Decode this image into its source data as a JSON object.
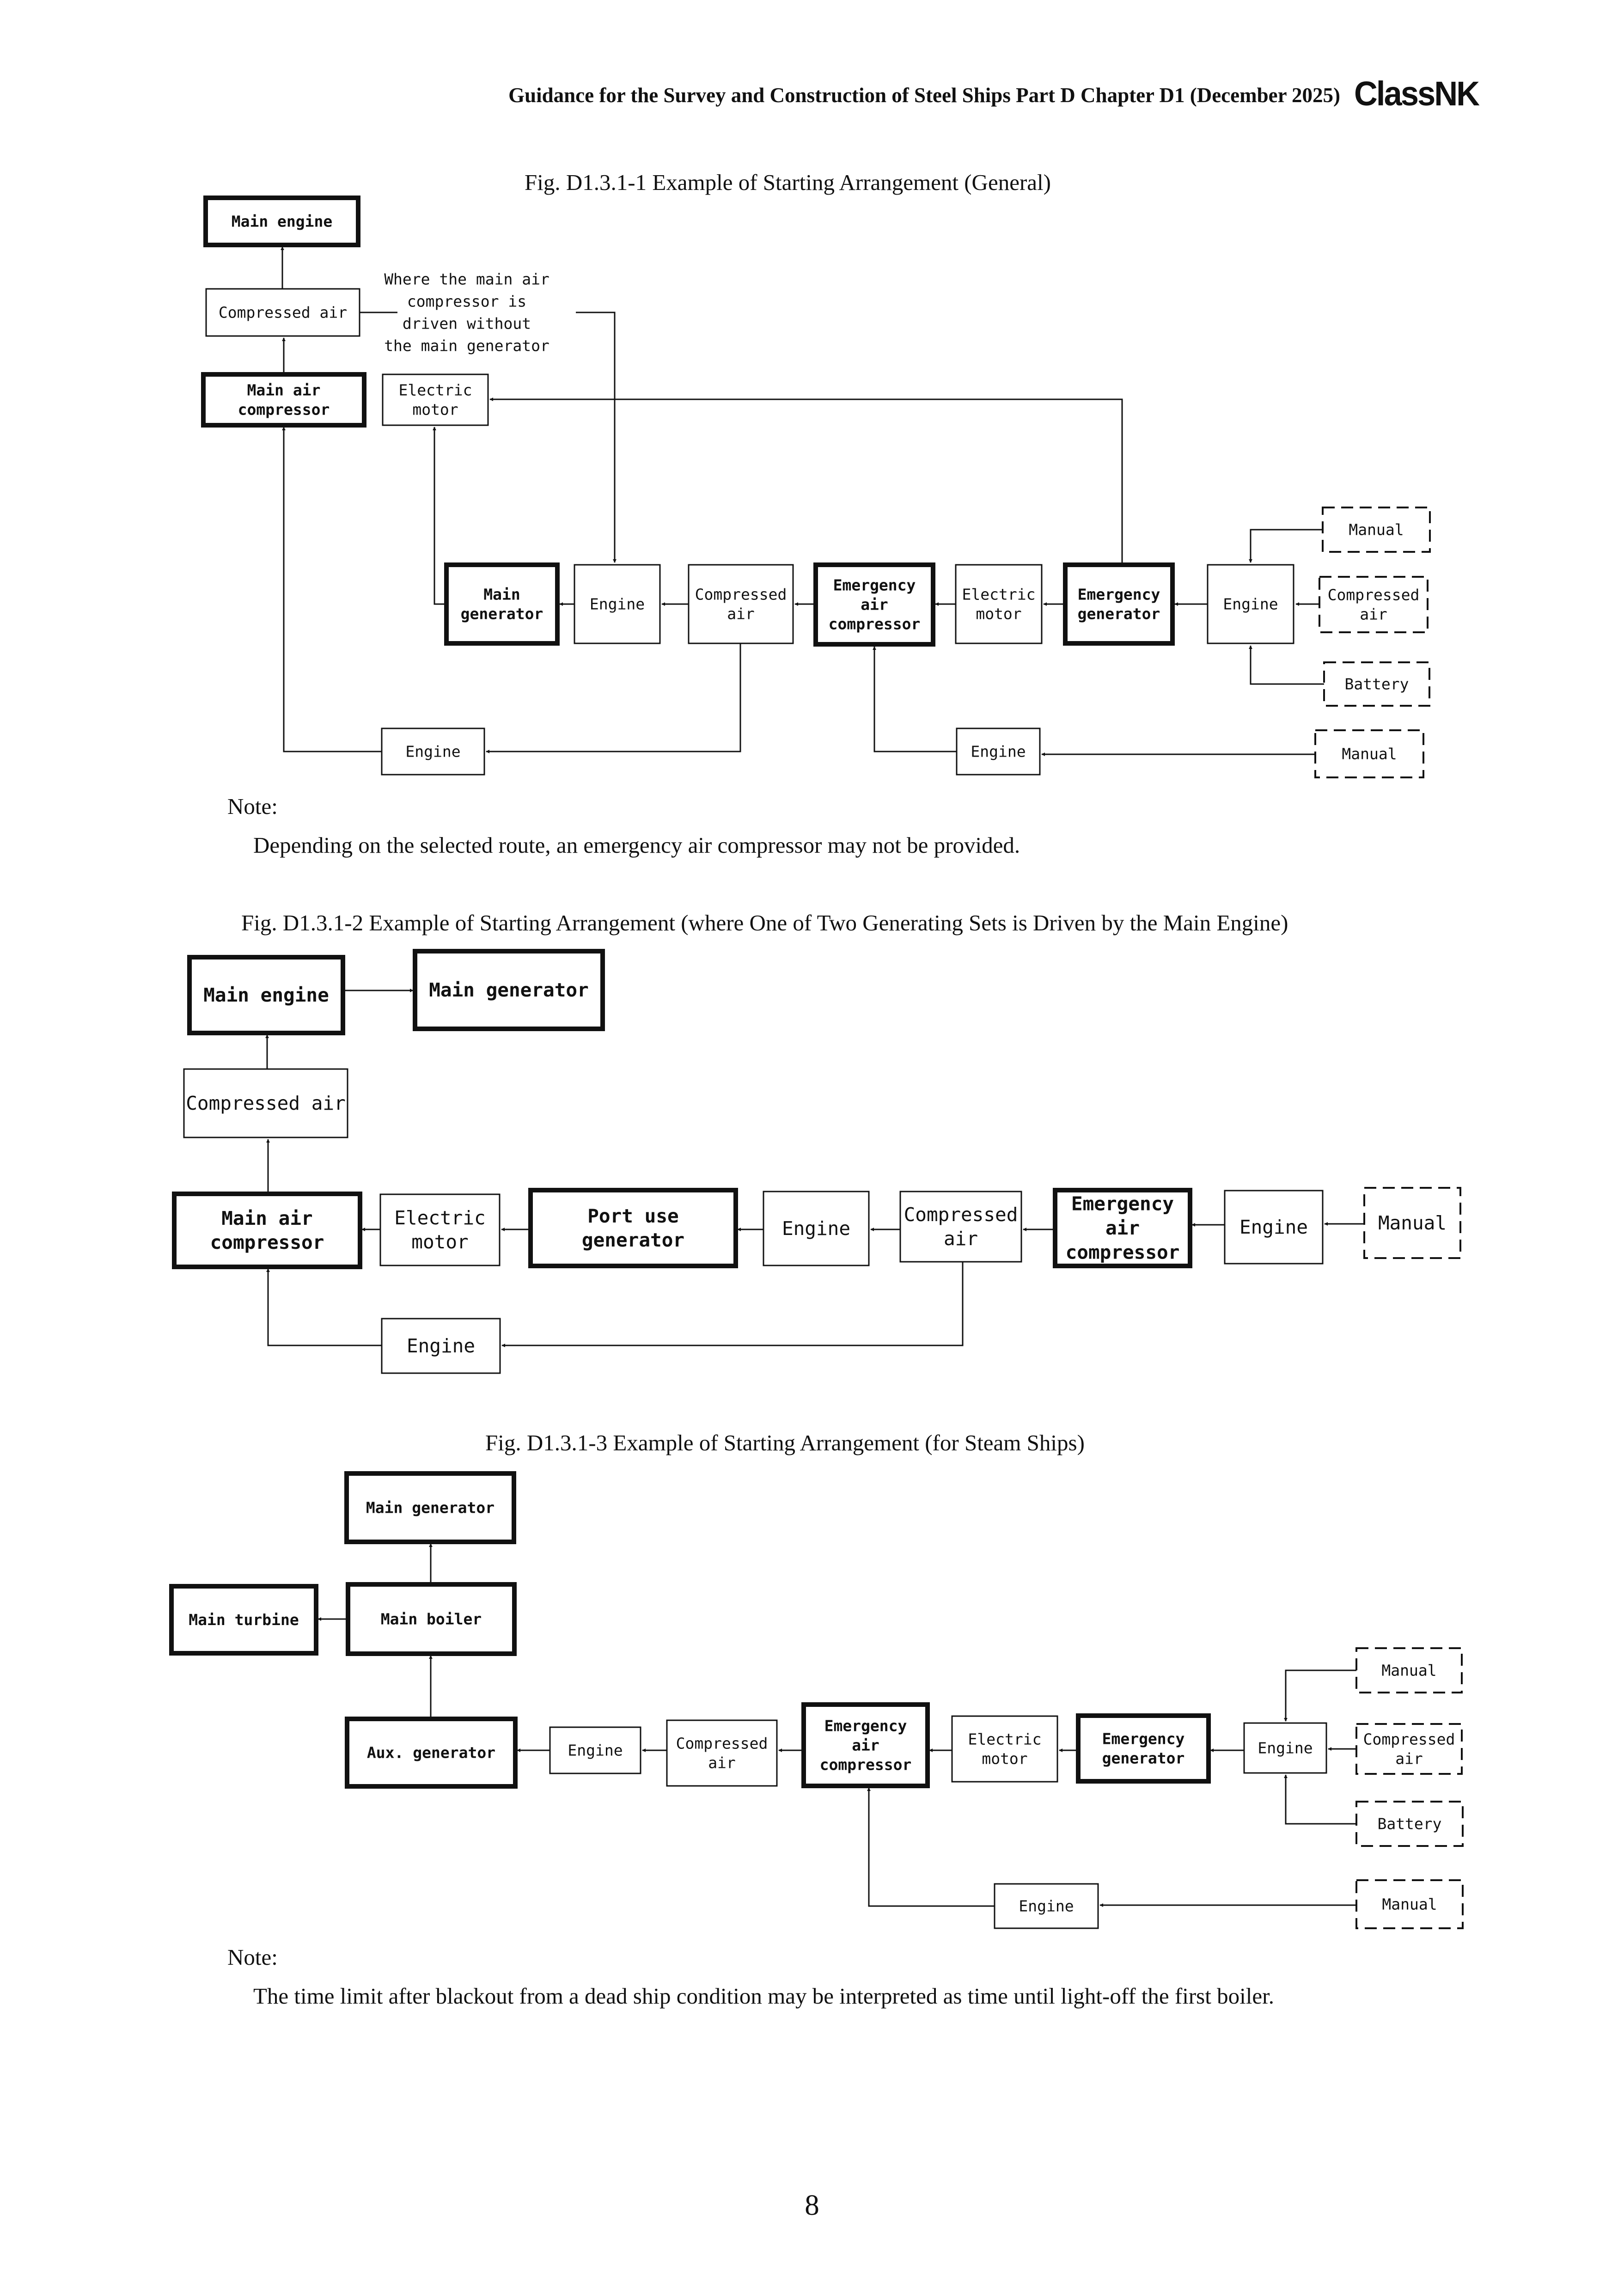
{
  "header": {
    "running_title": "Guidance for the Survey and Construction of Steel Ships Part D Chapter D1 (December 2025)",
    "logo_text": "ClassNK"
  },
  "figure1": {
    "title": "Fig. D1.3.1-1  Example of Starting Arrangement (General)",
    "annotation": [
      "Where the main air",
      "compressor is",
      "driven without",
      "the main generator"
    ],
    "boxes": {
      "main_engine": [
        "Main engine"
      ],
      "compressed_air_top": [
        "Compressed air"
      ],
      "main_air_compressor": [
        "Main air",
        "compressor"
      ],
      "electric_motor_top": [
        "Electric",
        "motor"
      ],
      "main_generator": [
        "Main",
        "generator"
      ],
      "engine_1": [
        "Engine"
      ],
      "compressed_air_mid": [
        "Compressed",
        "air"
      ],
      "emergency_air_compressor": [
        "Emergency",
        "air",
        "compressor"
      ],
      "electric_motor_mid": [
        "Electric",
        "motor"
      ],
      "emergency_generator": [
        "Emergency",
        "generator"
      ],
      "engine_2": [
        "Engine"
      ],
      "manual_top": [
        "Manual"
      ],
      "compressed_air_right": [
        "Compressed",
        "air"
      ],
      "battery": [
        "Battery"
      ],
      "engine_bottom_left": [
        "Engine"
      ],
      "engine_bottom_right": [
        "Engine"
      ],
      "manual_bottom": [
        "Manual"
      ]
    },
    "note_label": "Note:",
    "note_text": "Depending on the selected route, an emergency air compressor may not be provided."
  },
  "figure2": {
    "title": "Fig. D1.3.1-2  Example of Starting Arrangement (where One of Two Generating Sets is Driven by the Main Engine)",
    "boxes": {
      "main_engine": [
        "Main engine"
      ],
      "main_generator": [
        "Main generator"
      ],
      "compressed_air_top": [
        "Compressed air"
      ],
      "main_air_compressor": [
        "Main air",
        "compressor"
      ],
      "electric_motor": [
        "Electric",
        "motor"
      ],
      "port_use_generator": [
        "Port use",
        "generator"
      ],
      "engine_1": [
        "Engine"
      ],
      "compressed_air_mid": [
        "Compressed",
        "air"
      ],
      "emergency_air_compressor": [
        "Emergency",
        "air",
        "compressor"
      ],
      "engine_2": [
        "Engine"
      ],
      "manual": [
        "Manual"
      ],
      "engine_bottom": [
        "Engine"
      ]
    }
  },
  "figure3": {
    "title": "Fig. D1.3.1-3  Example of Starting Arrangement (for Steam Ships)",
    "boxes": {
      "main_generator": [
        "Main generator"
      ],
      "main_turbine": [
        "Main turbine"
      ],
      "main_boiler": [
        "Main boiler"
      ],
      "aux_generator": [
        "Aux. generator"
      ],
      "engine_1": [
        "Engine"
      ],
      "compressed_air_mid": [
        "Compressed",
        "air"
      ],
      "emergency_air_compressor": [
        "Emergency",
        "air",
        "compressor"
      ],
      "electric_motor": [
        "Electric",
        "motor"
      ],
      "emergency_generator": [
        "Emergency",
        "generator"
      ],
      "engine_2": [
        "Engine"
      ],
      "manual_top": [
        "Manual"
      ],
      "compressed_air_right": [
        "Compressed",
        "air"
      ],
      "battery": [
        "Battery"
      ],
      "engine_bottom": [
        "Engine"
      ],
      "manual_bottom": [
        "Manual"
      ]
    },
    "note_label": "Note:",
    "note_text": "The time limit after blackout from a dead ship condition may be interpreted as time until light-off the first boiler."
  },
  "page_number": "8"
}
